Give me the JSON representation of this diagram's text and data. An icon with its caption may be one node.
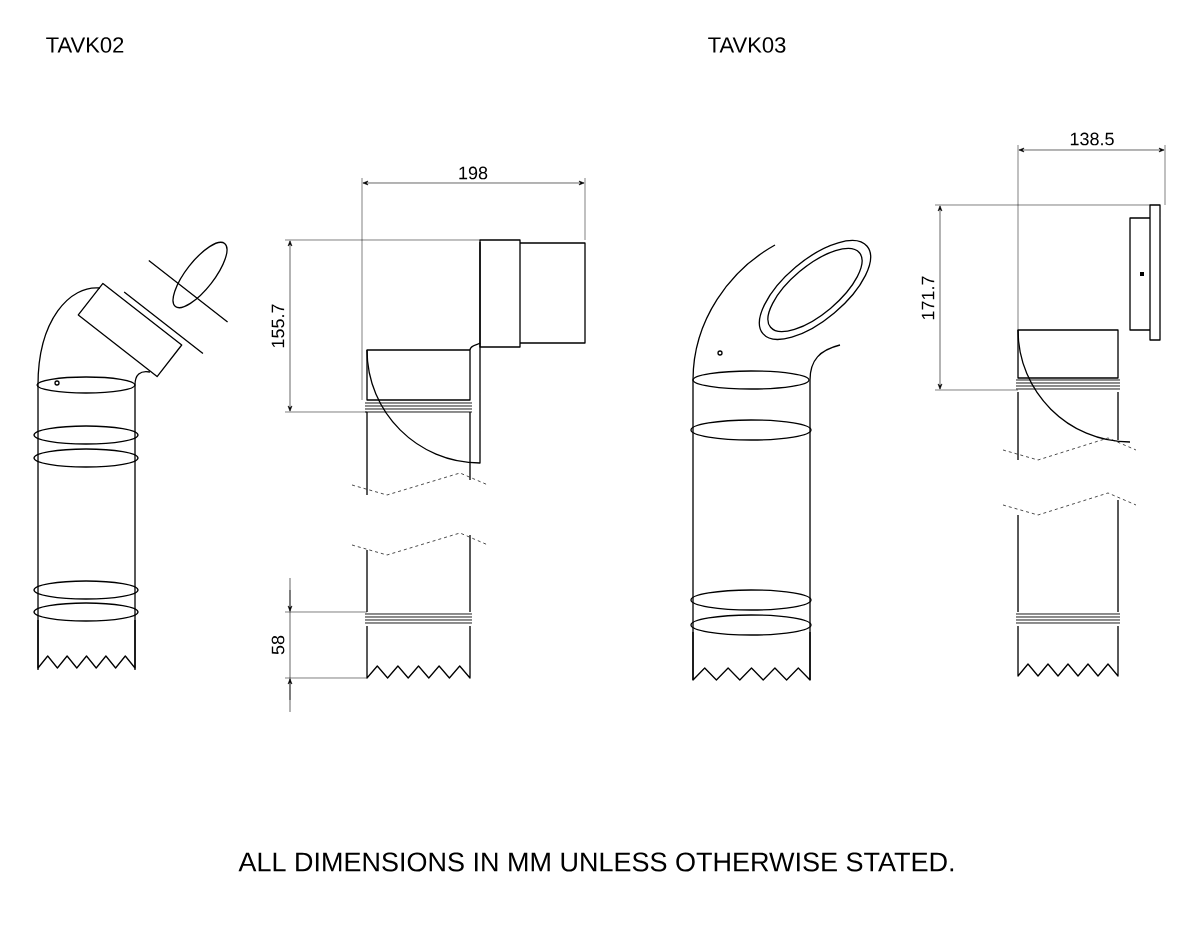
{
  "diagram": {
    "caption": "ALL DIMENSIONS IN MM UNLESS OTHERWISE STATED.",
    "labels": [
      "TAVK02",
      "TAVK03",
      "198",
      "155.7",
      "58",
      "138.5",
      "171.7"
    ]
  }
}
